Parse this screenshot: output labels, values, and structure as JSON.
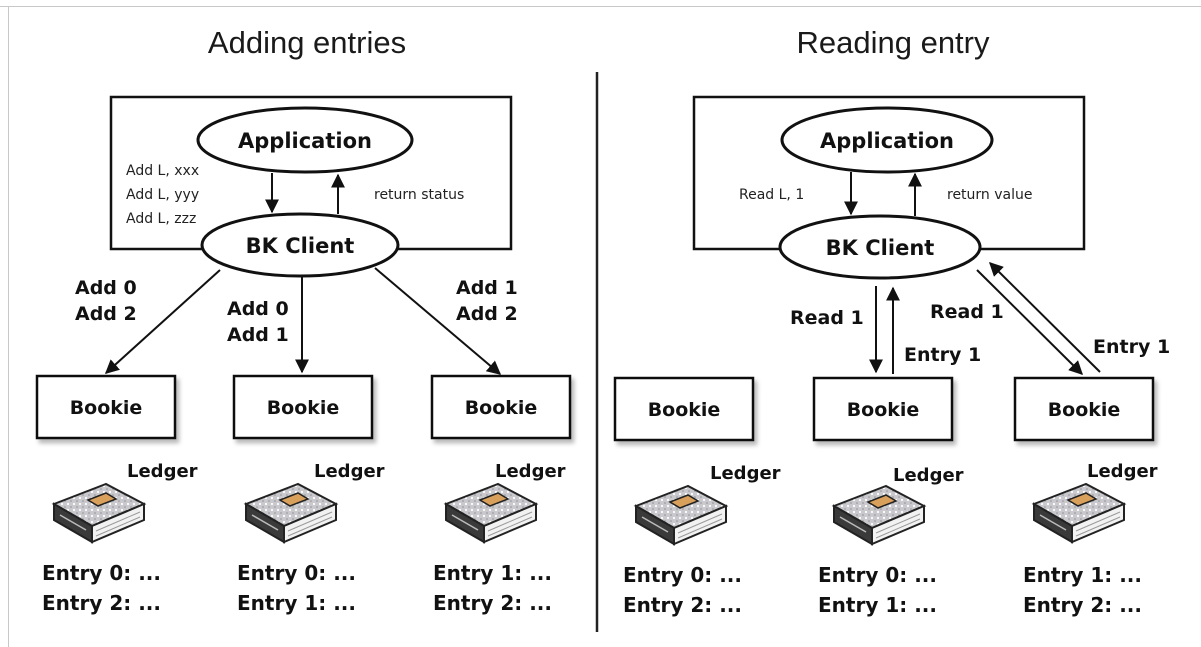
{
  "left": {
    "heading": "Adding entries",
    "app_label": "Application",
    "client_label": "BK Client",
    "requests": [
      "Add L, xxx",
      "Add L, yyy",
      "Add L, zzz"
    ],
    "return_label": "return status",
    "arrow_labels": {
      "left": [
        "Add 0",
        "Add 2"
      ],
      "middle": [
        "Add 0",
        "Add 1"
      ],
      "right": [
        "Add 1",
        "Add 2"
      ]
    },
    "bookies": [
      {
        "label": "Bookie",
        "ledger": "Ledger",
        "entries": [
          "Entry 0: ...",
          "Entry 2: ..."
        ]
      },
      {
        "label": "Bookie",
        "ledger": "Ledger",
        "entries": [
          "Entry 0: ...",
          "Entry 1: ..."
        ]
      },
      {
        "label": "Bookie",
        "ledger": "Ledger",
        "entries": [
          "Entry 1: ...",
          "Entry 2: ..."
        ]
      }
    ]
  },
  "right": {
    "heading": "Reading entry",
    "app_label": "Application",
    "client_label": "BK Client",
    "request": "Read L, 1",
    "return_label": "return value",
    "read_labels": [
      "Read 1",
      "Read 1"
    ],
    "entry_labels": [
      "Entry 1",
      "Entry 1"
    ],
    "bookies": [
      {
        "label": "Bookie",
        "ledger": "Ledger",
        "entries": [
          "Entry 0: ...",
          "Entry 2: ..."
        ]
      },
      {
        "label": "Bookie",
        "ledger": "Ledger",
        "entries": [
          "Entry 0: ...",
          "Entry 1: ..."
        ]
      },
      {
        "label": "Bookie",
        "ledger": "Ledger",
        "entries": [
          "Entry 1: ...",
          "Entry 2: ..."
        ]
      }
    ]
  }
}
